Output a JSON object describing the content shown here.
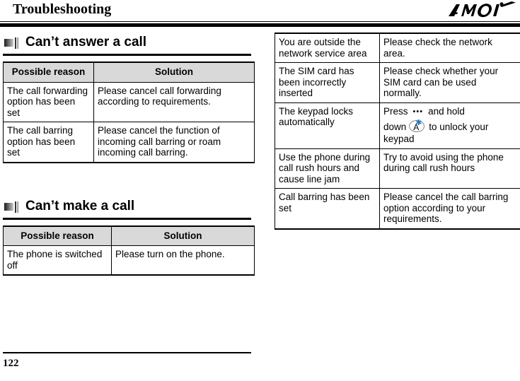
{
  "header": {
    "title": "Troubleshooting",
    "logo_text": "AMOi",
    "logo_name": "amoi-logo"
  },
  "sections": [
    {
      "id": "cant-answer",
      "heading": "Can’t answer a call",
      "bullet_icon": "gradient-square-bars-icon",
      "table": {
        "headers": [
          "Possible reason",
          "Solution"
        ],
        "rows": [
          {
            "reason": "The call forwarding option has been set",
            "solution": "Please cancel call forwarding according to requirements."
          },
          {
            "reason": "The call barring option has been set",
            "solution": "Please cancel the function of incoming call barring or roam incoming call barring."
          }
        ]
      }
    },
    {
      "id": "cant-make",
      "heading": "Can’t make a call",
      "bullet_icon": "gradient-square-bars-icon",
      "table": {
        "headers": [
          "Possible reason",
          "Solution"
        ],
        "rows": [
          {
            "reason": "The phone is switched off",
            "solution": "Please turn on the phone."
          }
        ]
      }
    }
  ],
  "right_table": {
    "rows": [
      {
        "reason": "You are outside the network service area",
        "solution": "Please check the network area."
      },
      {
        "reason": "The SIM card has been incorrectly inserted",
        "solution": "Please check whether your SIM card can be used normally."
      },
      {
        "reason": "The keypad locks automatically",
        "solution_part1": "Press",
        "solution_dots_icon": "•••",
        "solution_part2": "and hold",
        "solution_part3": "down",
        "solution_key_icon": {
          "name": "star-key-icon",
          "star": "✱",
          "letter": "A",
          "star_color": "#1f78c8"
        },
        "solution_part4": "to unlock your keypad"
      },
      {
        "reason": "Use the phone during call rush hours and cause line jam",
        "solution": "Try to avoid using the phone during call rush hours"
      },
      {
        "reason": "Call barring has been set",
        "solution": "Please cancel the call barring option according to your requirements."
      }
    ]
  },
  "footer": {
    "page_number": "122"
  }
}
